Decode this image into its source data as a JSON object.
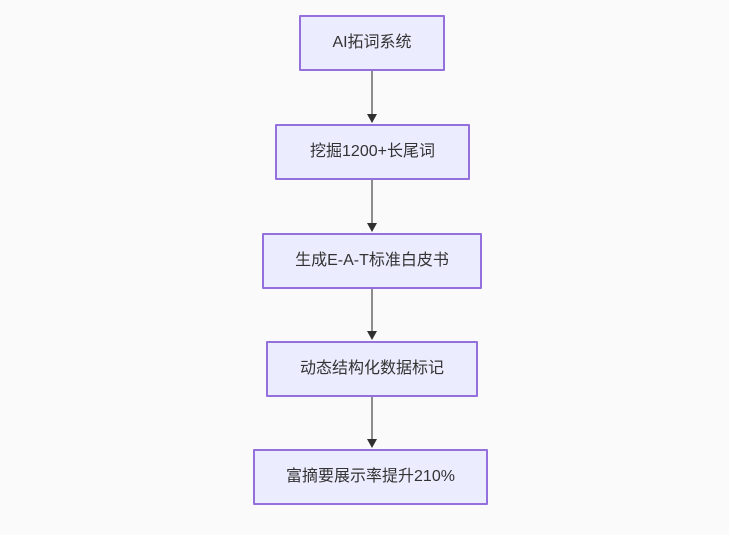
{
  "diagram": {
    "type": "flowchart",
    "direction": "top-to-bottom",
    "nodes": [
      {
        "id": "A",
        "label": "AI拓词系统"
      },
      {
        "id": "B",
        "label": "挖掘1200+长尾词"
      },
      {
        "id": "C",
        "label": "生成E-A-T标准白皮书"
      },
      {
        "id": "D",
        "label": "动态结构化数据标记"
      },
      {
        "id": "E",
        "label": "富摘要展示率提升210%"
      }
    ],
    "edges": [
      {
        "from": "A",
        "to": "B"
      },
      {
        "from": "B",
        "to": "C"
      },
      {
        "from": "C",
        "to": "D"
      },
      {
        "from": "D",
        "to": "E"
      }
    ],
    "colors": {
      "background": "#FAFAFA",
      "node_fill": "#ECECFF",
      "node_border": "#9370DB",
      "node_text": "#333333",
      "edge_line": "#8C8C8C",
      "arrowhead": "#2F2F2F"
    }
  }
}
